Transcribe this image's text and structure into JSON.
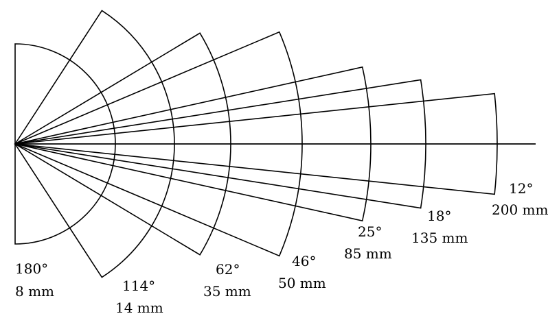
{
  "lenses": [
    {
      "angle": "180°",
      "focal_length": "8 mm",
      "angle_deg": 180
    },
    {
      "angle": "114°",
      "focal_length": "14 mm",
      "angle_deg": 114
    },
    {
      "angle": "62°",
      "focal_length": "35 mm",
      "angle_deg": 62
    },
    {
      "angle": "46°",
      "focal_length": "50 mm",
      "angle_deg": 46
    },
    {
      "angle": "25°",
      "focal_length": "85 mm",
      "angle_deg": 25
    },
    {
      "angle": "18°",
      "focal_length": "135 mm",
      "angle_deg": 18
    },
    {
      "angle": "12°",
      "focal_length": "200 mm",
      "angle_deg": 12
    }
  ]
}
